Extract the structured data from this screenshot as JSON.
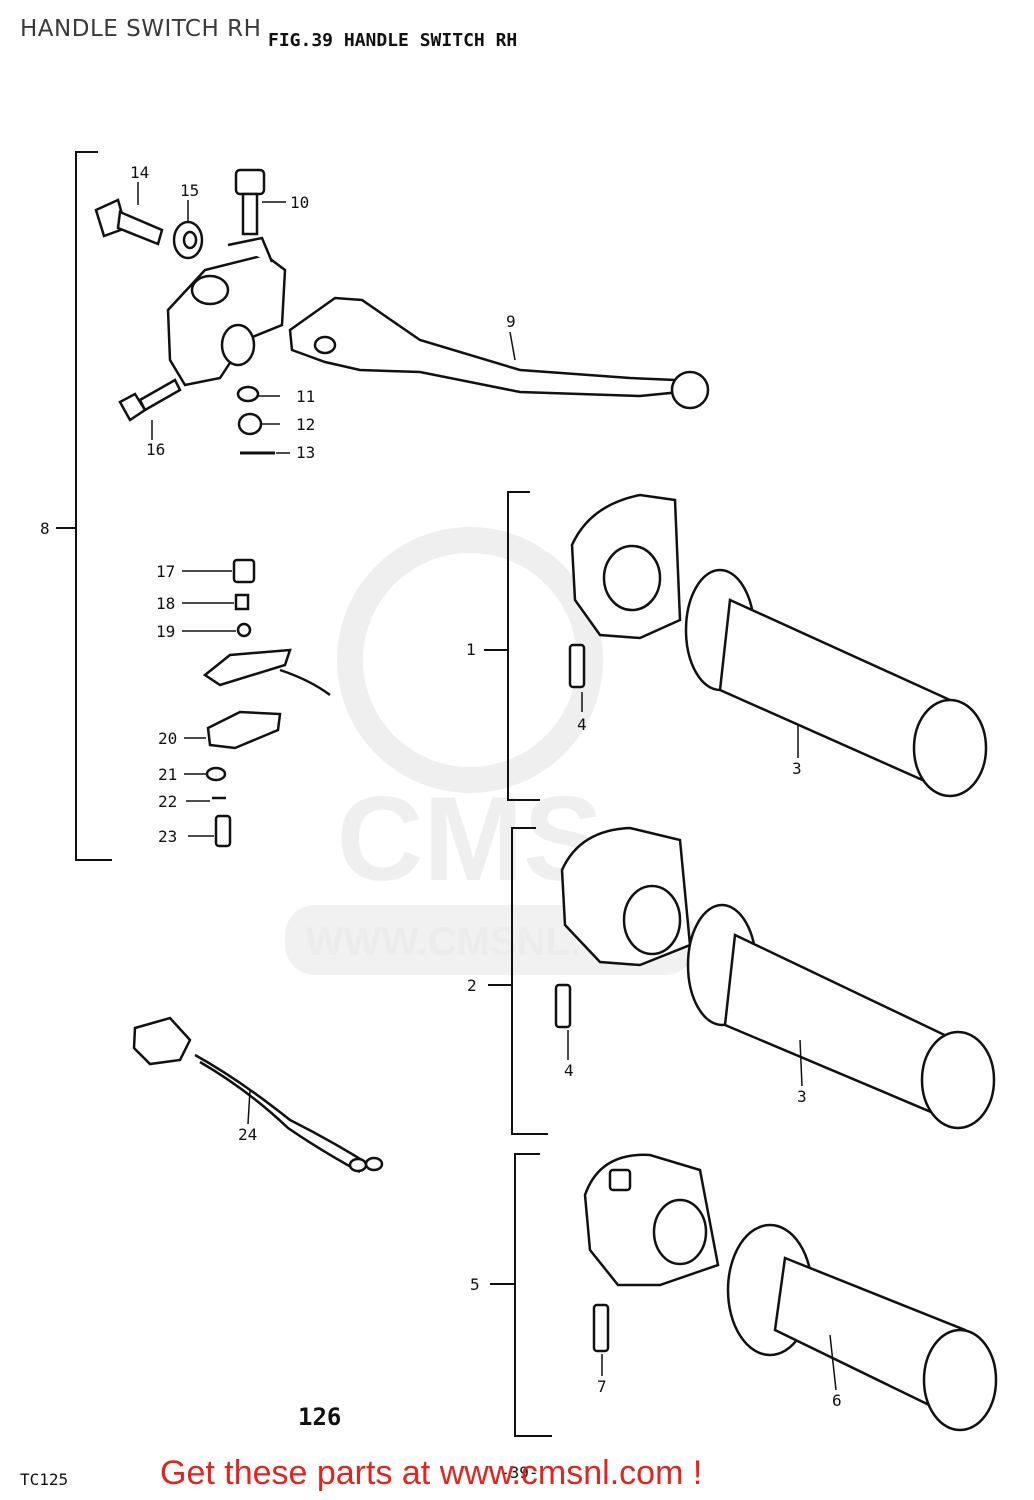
{
  "header": {
    "title": "HANDLE SWITCH RH",
    "figure_label": "FIG.39  HANDLE SWITCH RH"
  },
  "callouts": {
    "c1": "1",
    "c2": "2",
    "c3a": "3",
    "c3b": "3",
    "c4a": "4",
    "c4b": "4",
    "c5": "5",
    "c6": "6",
    "c7": "7",
    "c8": "8",
    "c9": "9",
    "c10": "10",
    "c11": "11",
    "c12": "12",
    "c13": "13",
    "c14": "14",
    "c15": "15",
    "c16": "16",
    "c17": "17",
    "c18": "18",
    "c19": "19",
    "c20": "20",
    "c21": "21",
    "c22": "22",
    "c23": "23",
    "c24": "24"
  },
  "watermark": {
    "logo": "CMS",
    "url": "WWW.CMSNL.COM"
  },
  "footer": {
    "page_number": "126",
    "model": "TC125",
    "cta": "Get these parts at www.cmsnl.com !",
    "fig_ref": "-39-"
  }
}
